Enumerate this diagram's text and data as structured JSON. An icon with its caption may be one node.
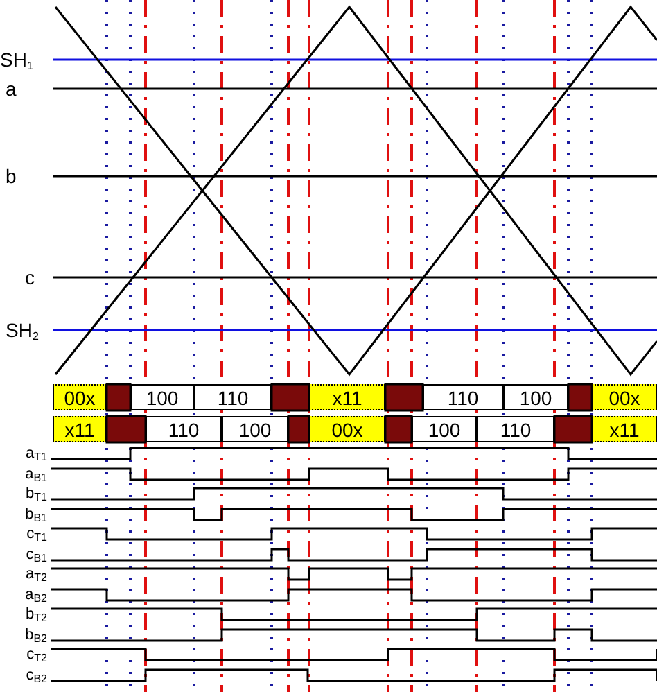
{
  "diagram": {
    "labels": [
      "SH$_{1}$",
      "a",
      "b",
      "c",
      "SH$_{2}$",
      "00x",
      "100",
      "110",
      "x11",
      "110",
      "100",
      "00x",
      "x11",
      "110",
      "100",
      "00x",
      "100",
      "110",
      "x11",
      "a$_{T1}$",
      "a$_{B1}$",
      "b$_{T1}$",
      "b$_{B1}$",
      "c$_{T1}$",
      "c$_{B1}$",
      "a$_{T2}$",
      "a$_{B2}$",
      "b$_{T2}$",
      "b$_{B2}$",
      "c$_{T2}$",
      "c$_{B2}$"
    ]
  }
}
